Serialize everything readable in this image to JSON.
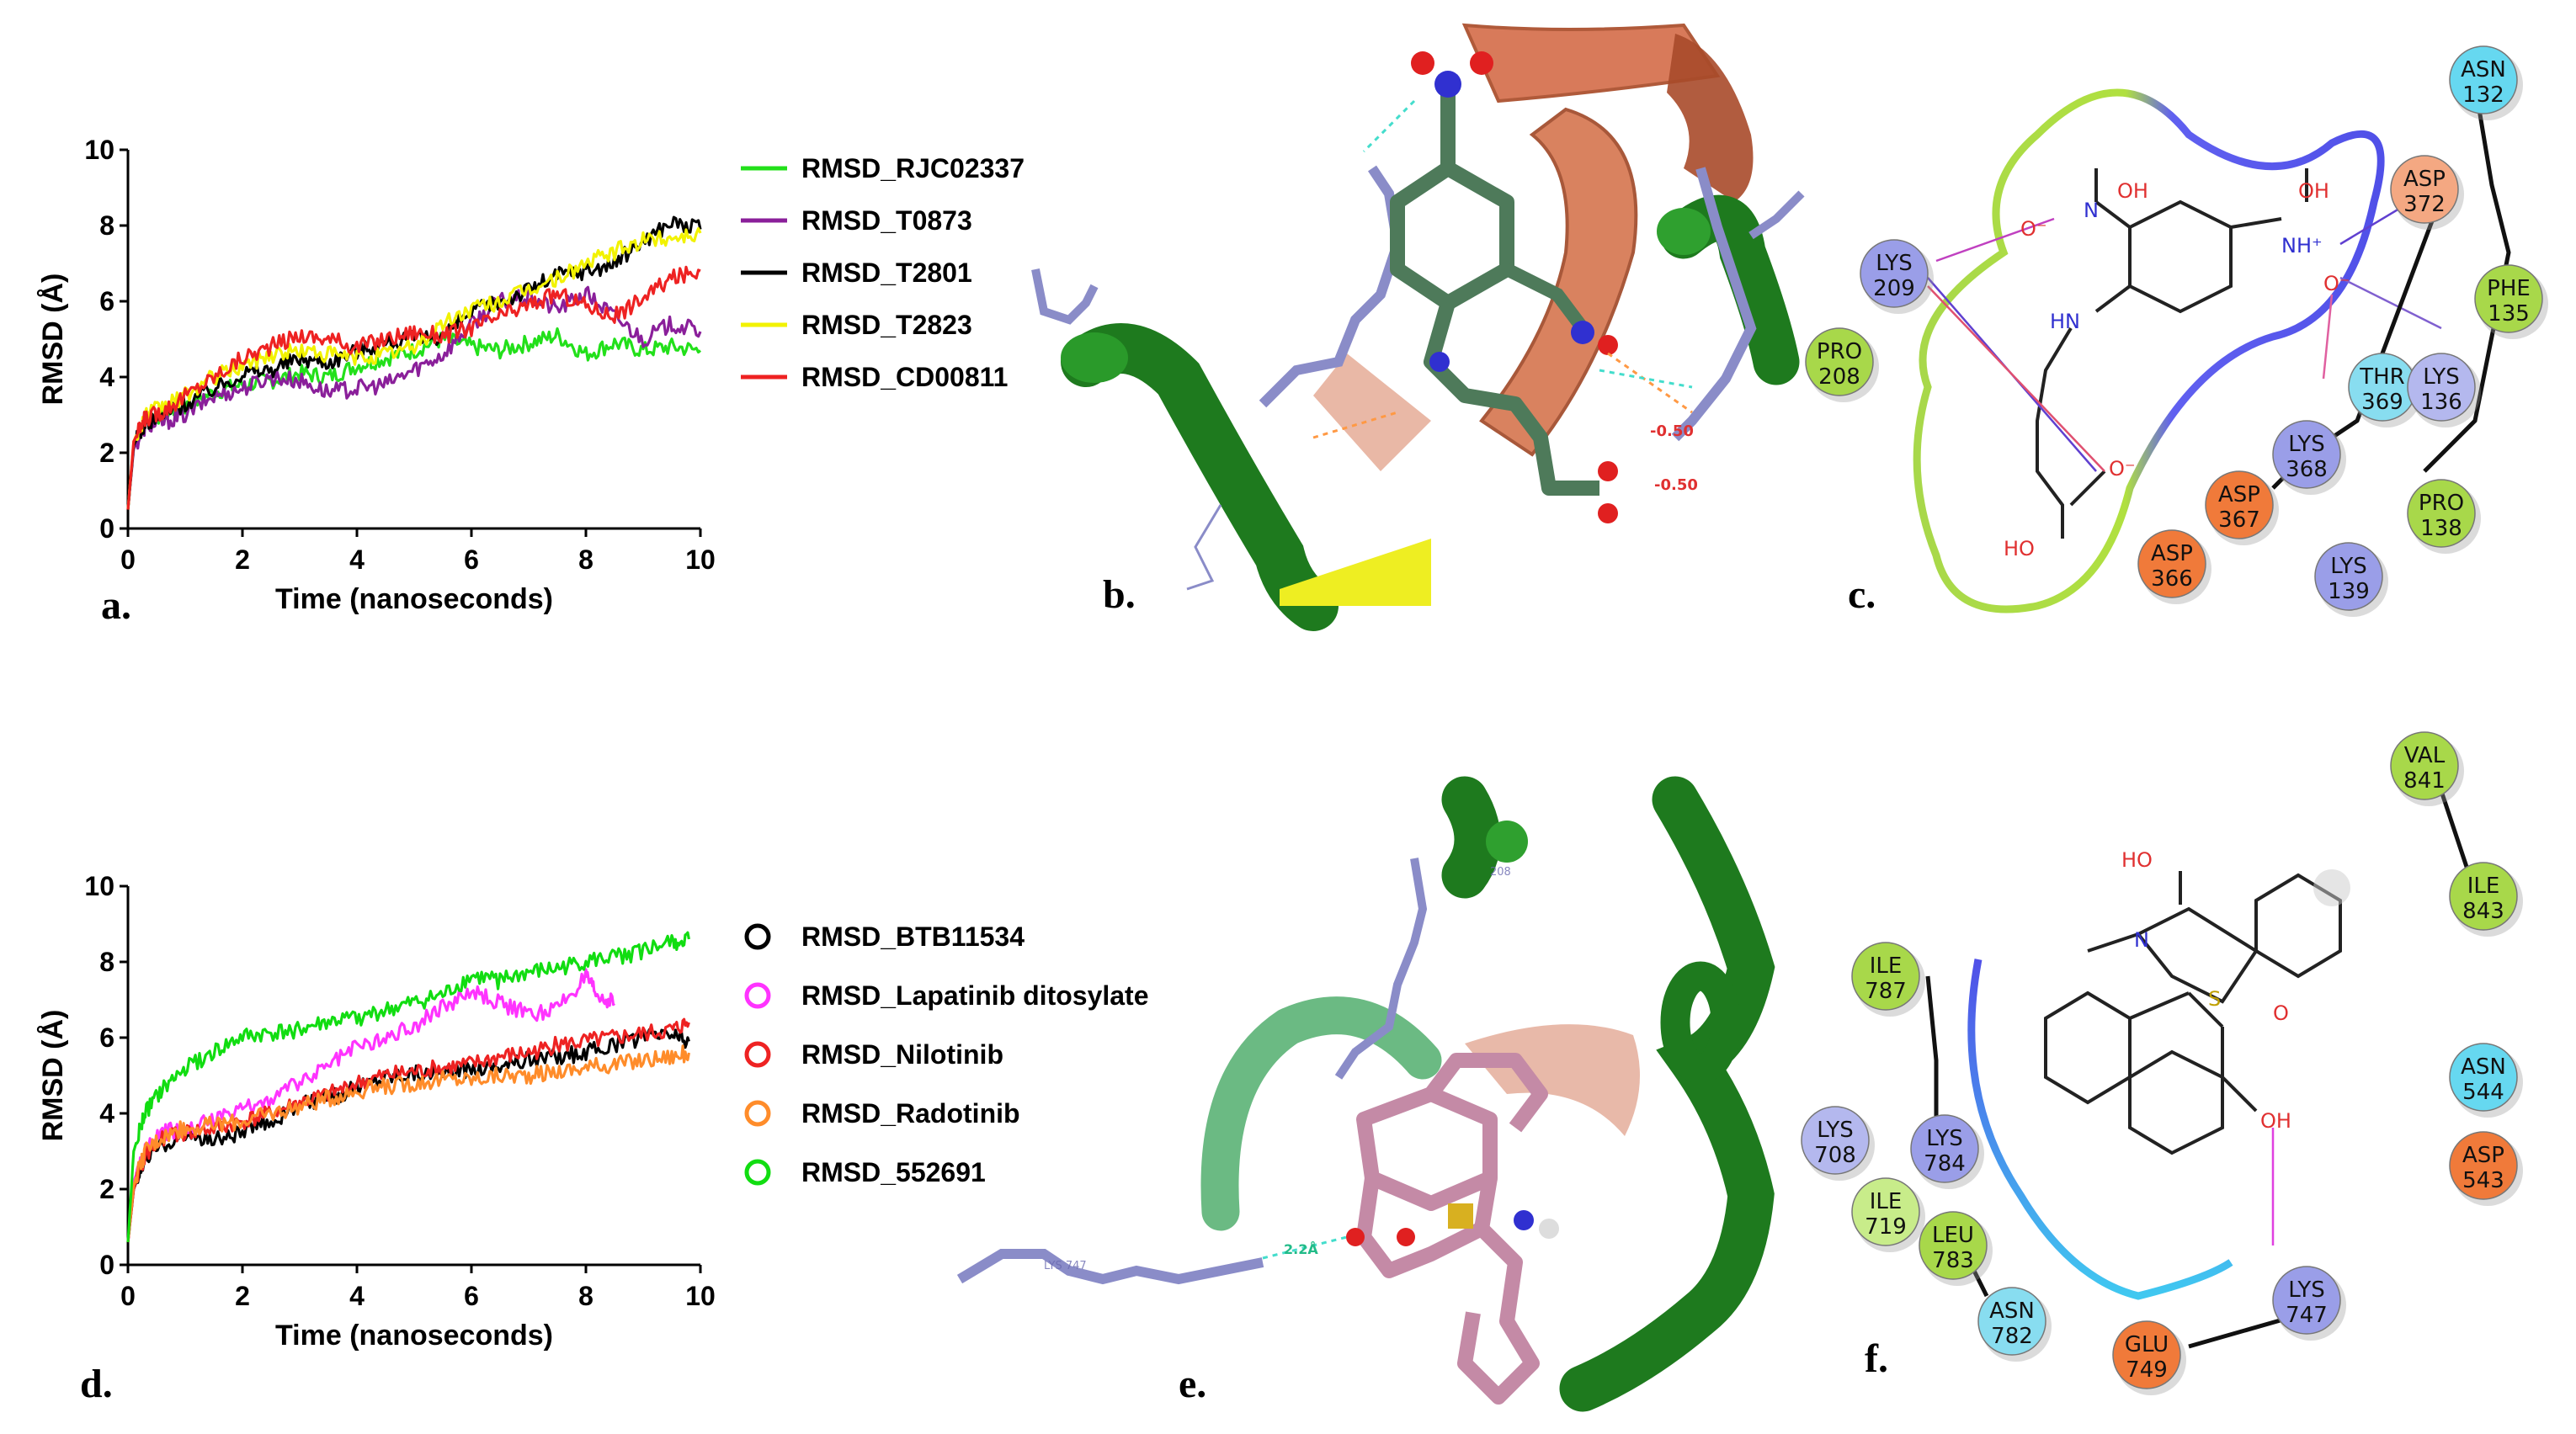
{
  "panels": {
    "a": "a.",
    "b": "b.",
    "c": "c.",
    "d": "d.",
    "e": "e.",
    "f": "f."
  },
  "colors": {
    "green": "#22e01a",
    "purple": "#8a1f9a",
    "black": "#000000",
    "yellow": "#f2f200",
    "red": "#ee2222",
    "magenta": "#ff33ff",
    "orange": "#ff8c2a",
    "lime": "#11dd11",
    "ribbon_green": "#1e7a1e",
    "ribbon_salmon": "#d87a5a",
    "ligand_green": "#4e7a5a",
    "ligand_pink": "#c48aa6",
    "lysine_blue": "#8a8cc8"
  },
  "chart_data": [
    {
      "type": "line",
      "id": "a",
      "title": "",
      "xlabel": "Time (nanoseconds)",
      "ylabel": "RMSD (Å)",
      "xlim": [
        0,
        10
      ],
      "ylim": [
        0,
        10
      ],
      "xticks": [
        "0",
        "2",
        "4",
        "6",
        "8",
        "10"
      ],
      "yticks": [
        "0",
        "2",
        "4",
        "6",
        "8",
        "10"
      ],
      "grid": false,
      "legend": "right",
      "legend_marker": "line",
      "series": [
        {
          "name": "RMSD_RJC02337",
          "color": "#22e01a",
          "x": [
            0,
            0.1,
            0.3,
            0.6,
            1,
            1.5,
            2,
            2.5,
            3,
            3.5,
            4,
            4.5,
            5,
            5.5,
            6,
            6.5,
            7,
            7.5,
            8,
            8.5,
            9,
            9.5,
            10
          ],
          "y": [
            0.5,
            2.2,
            2.9,
            3.0,
            3.2,
            3.6,
            3.8,
            3.9,
            4.1,
            4.0,
            4.3,
            4.5,
            4.7,
            5.0,
            4.8,
            4.7,
            4.9,
            5.1,
            4.6,
            4.9,
            4.7,
            4.8,
            4.7
          ]
        },
        {
          "name": "RMSD_T0873",
          "color": "#8a1f9a",
          "x": [
            0,
            0.1,
            0.3,
            0.6,
            1,
            1.5,
            2,
            2.5,
            3,
            3.5,
            4,
            4.5,
            5,
            5.5,
            6,
            6.5,
            7,
            7.5,
            8,
            8.5,
            9,
            9.5,
            10
          ],
          "y": [
            0.5,
            2.1,
            2.7,
            2.8,
            3.0,
            3.5,
            3.7,
            4.0,
            3.9,
            3.6,
            3.7,
            3.8,
            4.2,
            4.6,
            5.4,
            6.0,
            6.1,
            5.8,
            6.2,
            5.6,
            5.0,
            5.4,
            5.2
          ]
        },
        {
          "name": "RMSD_T2801",
          "color": "#000000",
          "x": [
            0,
            0.1,
            0.3,
            0.6,
            1,
            1.5,
            2,
            2.5,
            3,
            3.5,
            4,
            4.5,
            5,
            5.5,
            6,
            6.5,
            7,
            7.5,
            8,
            8.5,
            9,
            9.5,
            10
          ],
          "y": [
            0.5,
            2.2,
            2.8,
            3.0,
            3.3,
            3.7,
            4.1,
            4.2,
            4.5,
            4.4,
            4.7,
            4.9,
            5.0,
            5.1,
            5.7,
            6.0,
            6.3,
            6.7,
            6.8,
            7.0,
            7.6,
            8.1,
            7.9
          ]
        },
        {
          "name": "RMSD_T2823",
          "color": "#f2f200",
          "x": [
            0,
            0.1,
            0.3,
            0.6,
            1,
            1.5,
            2,
            2.5,
            3,
            3.5,
            4,
            4.5,
            5,
            5.5,
            6,
            6.5,
            7,
            7.5,
            8,
            8.5,
            9,
            9.5,
            10
          ],
          "y": [
            0.5,
            2.3,
            3.0,
            3.2,
            3.5,
            4.0,
            4.3,
            4.6,
            4.7,
            4.6,
            4.5,
            4.6,
            4.8,
            5.4,
            5.8,
            6.0,
            6.3,
            6.6,
            7.0,
            7.3,
            7.6,
            7.7,
            7.8
          ]
        },
        {
          "name": "RMSD_CD00811",
          "color": "#ee2222",
          "x": [
            0,
            0.1,
            0.3,
            0.6,
            1,
            1.5,
            2,
            2.5,
            3,
            3.5,
            4,
            4.5,
            5,
            5.5,
            6,
            6.5,
            7,
            7.5,
            8,
            8.5,
            9,
            9.5,
            10
          ],
          "y": [
            0.5,
            2.3,
            2.9,
            3.1,
            3.5,
            4.0,
            4.5,
            4.8,
            5.1,
            5.0,
            4.8,
            5.0,
            5.2,
            5.1,
            5.3,
            5.6,
            5.9,
            6.2,
            5.9,
            5.6,
            6.1,
            6.6,
            6.8
          ]
        }
      ]
    },
    {
      "type": "line",
      "id": "d",
      "title": "",
      "xlabel": "Time (nanoseconds)",
      "ylabel": "RMSD (Å)",
      "xlim": [
        0,
        10
      ],
      "ylim": [
        0,
        10
      ],
      "xticks": [
        "0",
        "2",
        "4",
        "6",
        "8",
        "10"
      ],
      "yticks": [
        "0",
        "2",
        "4",
        "6",
        "8",
        "10"
      ],
      "grid": false,
      "legend": "right",
      "legend_marker": "circle",
      "series": [
        {
          "name": "RMSD_BTB11534",
          "color": "#000000",
          "x": [
            0,
            0.1,
            0.3,
            0.6,
            1,
            1.5,
            2,
            2.5,
            3,
            3.5,
            4,
            4.5,
            5,
            5.5,
            6,
            6.5,
            7,
            7.5,
            8,
            8.5,
            9,
            9.5,
            9.8
          ],
          "y": [
            0.6,
            2.0,
            2.8,
            3.2,
            3.4,
            3.3,
            3.5,
            3.8,
            4.2,
            4.4,
            4.7,
            5.0,
            5.1,
            5.0,
            5.2,
            5.3,
            5.4,
            5.5,
            5.6,
            5.8,
            6.0,
            6.1,
            5.9
          ]
        },
        {
          "name": "RMSD_Lapatinib ditosylate",
          "color": "#ff33ff",
          "x": [
            0,
            0.1,
            0.3,
            0.6,
            1,
            1.5,
            2,
            2.5,
            3,
            3.5,
            4,
            4.5,
            5,
            5.5,
            6,
            6.5,
            7,
            7.5,
            8,
            8.2,
            8.5
          ],
          "y": [
            0.6,
            2.2,
            3.0,
            3.5,
            3.6,
            3.8,
            4.1,
            4.4,
            4.8,
            5.3,
            5.8,
            6.0,
            6.3,
            6.8,
            7.2,
            6.9,
            6.6,
            6.8,
            7.6,
            7.1,
            6.9
          ]
        },
        {
          "name": "RMSD_Nilotinib",
          "color": "#ee2222",
          "x": [
            0,
            0.1,
            0.3,
            0.6,
            1,
            1.5,
            2,
            2.5,
            3,
            3.5,
            4,
            4.5,
            5,
            5.5,
            6,
            6.5,
            7,
            7.5,
            8,
            8.5,
            9,
            9.5,
            9.8
          ],
          "y": [
            0.6,
            2.0,
            2.9,
            3.3,
            3.5,
            3.6,
            3.8,
            4.0,
            4.3,
            4.5,
            4.8,
            5.0,
            5.1,
            5.2,
            5.3,
            5.5,
            5.6,
            5.8,
            5.9,
            6.0,
            6.1,
            6.2,
            6.4
          ]
        },
        {
          "name": "RMSD_Radotinib",
          "color": "#ff8c2a",
          "x": [
            0,
            0.1,
            0.3,
            0.6,
            1,
            1.5,
            2,
            2.5,
            3,
            3.5,
            4,
            4.5,
            5,
            5.5,
            6,
            6.5,
            7,
            7.5,
            8,
            8.5,
            9,
            9.5,
            9.8
          ],
          "y": [
            0.6,
            2.1,
            3.0,
            3.4,
            3.6,
            3.7,
            3.8,
            4.0,
            4.2,
            4.4,
            4.6,
            4.7,
            4.8,
            4.9,
            4.9,
            5.0,
            5.0,
            5.1,
            5.2,
            5.3,
            5.4,
            5.5,
            5.6
          ]
        },
        {
          "name": "RMSD_552691",
          "color": "#11dd11",
          "x": [
            0,
            0.1,
            0.3,
            0.6,
            1,
            1.5,
            2,
            2.5,
            3,
            3.5,
            4,
            4.5,
            5,
            5.5,
            6,
            6.5,
            7,
            7.5,
            8,
            8.5,
            9,
            9.5,
            9.8
          ],
          "y": [
            0.6,
            3.0,
            4.0,
            4.6,
            5.2,
            5.6,
            6.0,
            6.1,
            6.2,
            6.4,
            6.5,
            6.7,
            6.9,
            7.1,
            7.6,
            7.5,
            7.7,
            7.8,
            8.0,
            8.1,
            8.3,
            8.5,
            8.6
          ]
        }
      ]
    }
  ],
  "panel_b": {
    "labels": [
      "-0.50",
      "-0.50"
    ]
  },
  "panel_c": {
    "residues": [
      {
        "name": "LYS",
        "num": "209",
        "color": "#9a9ee8"
      },
      {
        "name": "PRO",
        "num": "208",
        "color": "#a8d84a"
      },
      {
        "name": "ASP",
        "num": "372",
        "color": "#f4a882"
      },
      {
        "name": "ASN",
        "num": "132",
        "color": "#66d8f0"
      },
      {
        "name": "PHE",
        "num": "135",
        "color": "#a8d84a"
      },
      {
        "name": "THR",
        "num": "369",
        "color": "#88ddf0"
      },
      {
        "name": "LYS",
        "num": "136",
        "color": "#b4b8ee"
      },
      {
        "name": "LYS",
        "num": "368",
        "color": "#9a9ee8"
      },
      {
        "name": "ASP",
        "num": "367",
        "color": "#f07a3a"
      },
      {
        "name": "ASP",
        "num": "366",
        "color": "#f07a3a"
      },
      {
        "name": "PRO",
        "num": "138",
        "color": "#a8d84a"
      },
      {
        "name": "LYS",
        "num": "139",
        "color": "#9a9ee8"
      }
    ],
    "atoms": [
      "OH",
      "O⁻",
      "N",
      "OH",
      "NH⁺",
      "O⁻",
      "HN",
      "O⁻",
      "HO"
    ]
  },
  "panel_e": {
    "labels": [
      "2.2Å",
      "LYS 747",
      "208"
    ]
  },
  "panel_f": {
    "residues": [
      {
        "name": "VAL",
        "num": "841",
        "color": "#a8d84a"
      },
      {
        "name": "ILE",
        "num": "843",
        "color": "#a8d84a"
      },
      {
        "name": "ILE",
        "num": "787",
        "color": "#a8d84a"
      },
      {
        "name": "LYS",
        "num": "708",
        "color": "#b4b8ee"
      },
      {
        "name": "LYS",
        "num": "784",
        "color": "#9a9ee8"
      },
      {
        "name": "ILE",
        "num": "719",
        "color": "#c8ec8a"
      },
      {
        "name": "LEU",
        "num": "783",
        "color": "#a8d84a"
      },
      {
        "name": "ASN",
        "num": "782",
        "color": "#88ddf0"
      },
      {
        "name": "ASN",
        "num": "544",
        "color": "#66d8f0"
      },
      {
        "name": "ASP",
        "num": "543",
        "color": "#f07a3a"
      },
      {
        "name": "GLU",
        "num": "749",
        "color": "#f07a3a"
      },
      {
        "name": "LYS",
        "num": "747",
        "color": "#9a9ee8"
      }
    ],
    "atoms": [
      "HO",
      "N",
      "S",
      "O",
      "OH"
    ]
  }
}
